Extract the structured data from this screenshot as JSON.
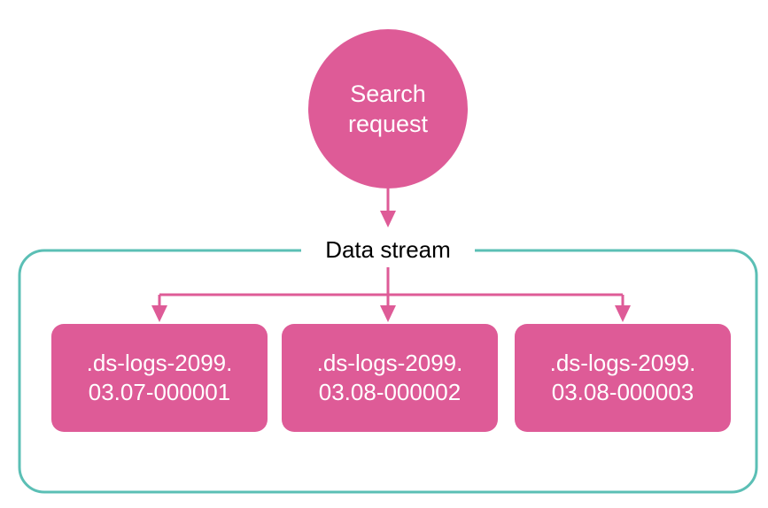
{
  "search_request": {
    "line1": "Search",
    "line2": "request"
  },
  "data_stream": {
    "label": "Data stream"
  },
  "backing_indices": [
    {
      "line1": ".ds-logs-2099.",
      "line2": "03.07-000001"
    },
    {
      "line1": ".ds-logs-2099.",
      "line2": "03.08-000002"
    },
    {
      "line1": ".ds-logs-2099.",
      "line2": "03.08-000003"
    }
  ],
  "colors": {
    "node_fill": "#de5b97",
    "arrow": "#de5b97",
    "container_border": "#5bbfb5",
    "node_text": "#ffffff",
    "label_text": "#000000"
  }
}
